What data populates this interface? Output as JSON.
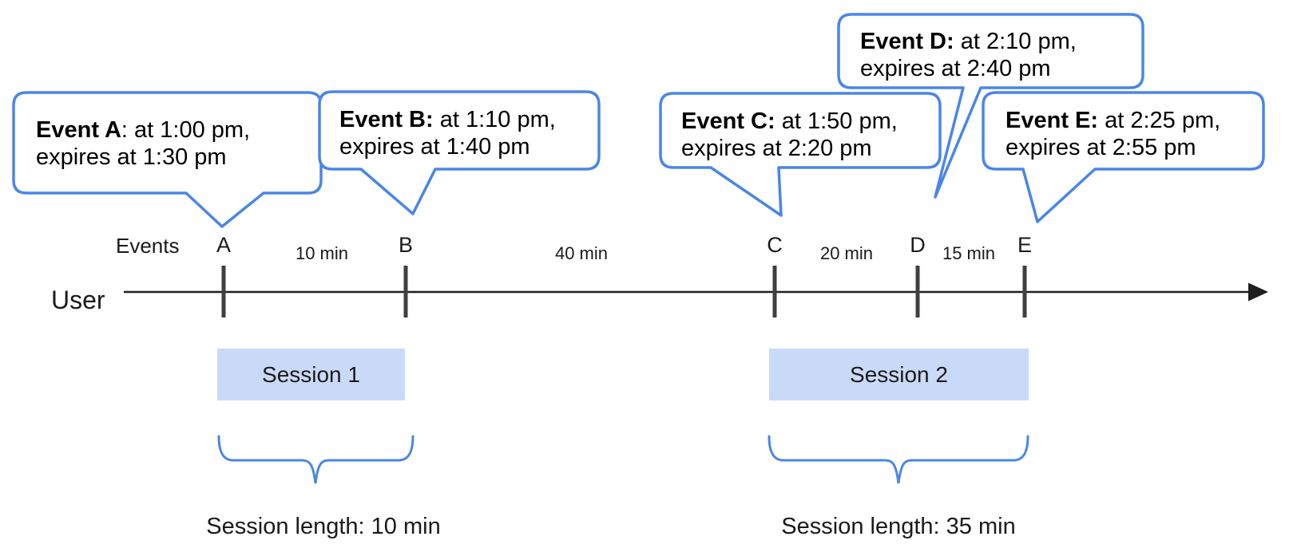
{
  "diagram": {
    "row_labels": {
      "events": "Events",
      "user": "User"
    },
    "callouts": [
      {
        "id": "A",
        "bold": "Event A",
        "rest": ": at 1:00 pm,",
        "line2": "expires at 1:30 pm"
      },
      {
        "id": "B",
        "bold": "Event B:",
        "rest": " at 1:10 pm,",
        "line2": "expires at 1:40 pm"
      },
      {
        "id": "C",
        "bold": "Event C:",
        "rest": " at 1:50 pm,",
        "line2": "expires at 2:20 pm"
      },
      {
        "id": "D",
        "bold": "Event D:",
        "rest": " at 2:10 pm,",
        "line2": "expires at 2:40 pm"
      },
      {
        "id": "E",
        "bold": "Event E:",
        "rest": " at 2:25 pm,",
        "line2": "expires at 2:55 pm"
      }
    ],
    "ticks": [
      "A",
      "B",
      "C",
      "D",
      "E"
    ],
    "intervals": [
      "10 min",
      "40 min",
      "20 min",
      "15 min"
    ],
    "sessions": [
      {
        "label": "Session 1",
        "length": "Session length: 10 min"
      },
      {
        "label": "Session 2",
        "length": "Session length: 35 min"
      }
    ],
    "colors": {
      "accent_blue": "#4a86e8",
      "session_fill": "#c9daf8",
      "tick_gray": "#3f3f3f",
      "line_black": "#1f1f1f"
    }
  }
}
